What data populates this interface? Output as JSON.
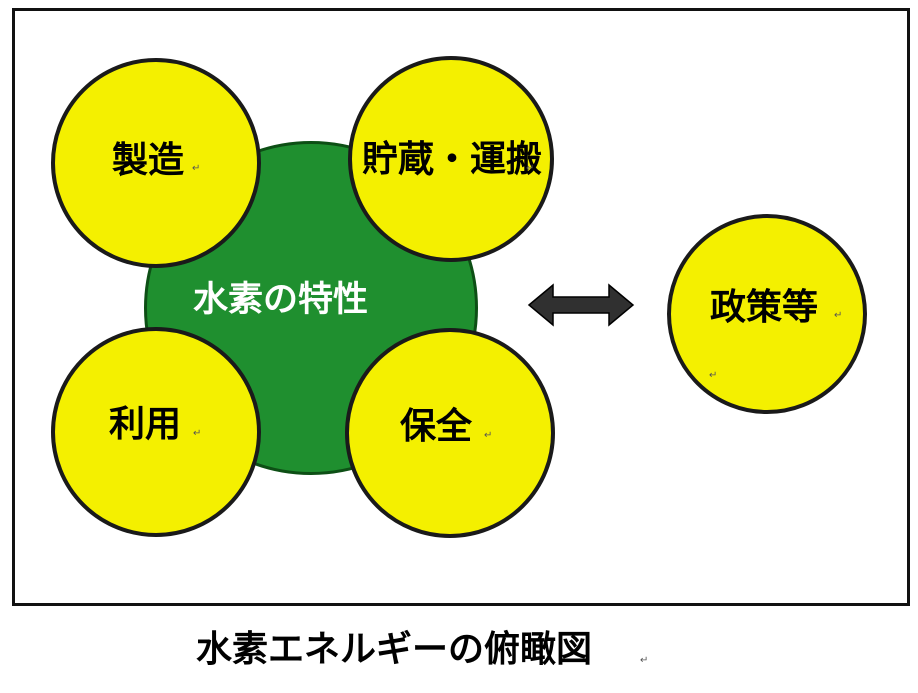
{
  "diagram": {
    "center": {
      "label": "水素の特性"
    },
    "nodes": {
      "seizou": {
        "label": "製造"
      },
      "chozo": {
        "label": "貯蔵・運搬"
      },
      "riyou": {
        "label": "利用"
      },
      "hozen": {
        "label": "保全"
      },
      "seisaku": {
        "label": "政策等"
      }
    },
    "caption": "水素エネルギーの俯瞰図"
  },
  "colors": {
    "center_fill": "#1f8f2f",
    "node_fill": "#f4f000",
    "outline": "#1a1a1a"
  },
  "icons": {
    "arrow": "double-headed-arrow-icon",
    "paragraph_mark": "paragraph-mark-icon"
  }
}
